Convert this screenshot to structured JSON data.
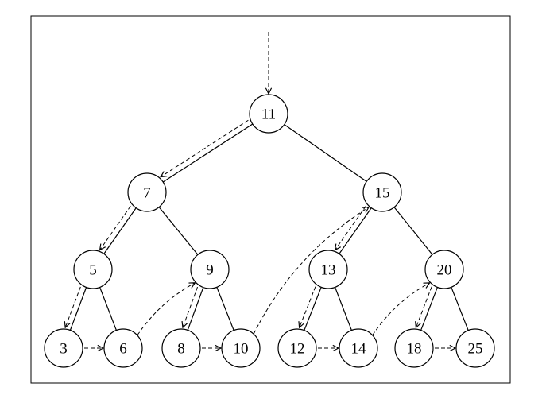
{
  "tree": {
    "nodes": [
      {
        "id": "n11",
        "label": "11"
      },
      {
        "id": "n7",
        "label": "7"
      },
      {
        "id": "n15",
        "label": "15"
      },
      {
        "id": "n5",
        "label": "5"
      },
      {
        "id": "n9",
        "label": "9"
      },
      {
        "id": "n13",
        "label": "13"
      },
      {
        "id": "n20",
        "label": "20"
      },
      {
        "id": "n3",
        "label": "3"
      },
      {
        "id": "n6",
        "label": "6"
      },
      {
        "id": "n8",
        "label": "8"
      },
      {
        "id": "n10",
        "label": "10"
      },
      {
        "id": "n12",
        "label": "12"
      },
      {
        "id": "n14",
        "label": "14"
      },
      {
        "id": "n18",
        "label": "18"
      },
      {
        "id": "n25",
        "label": "25"
      }
    ],
    "edges": [
      [
        "n11",
        "n7"
      ],
      [
        "n11",
        "n15"
      ],
      [
        "n7",
        "n5"
      ],
      [
        "n7",
        "n9"
      ],
      [
        "n15",
        "n13"
      ],
      [
        "n15",
        "n20"
      ],
      [
        "n5",
        "n3"
      ],
      [
        "n5",
        "n6"
      ],
      [
        "n9",
        "n8"
      ],
      [
        "n9",
        "n10"
      ],
      [
        "n13",
        "n12"
      ],
      [
        "n13",
        "n14"
      ],
      [
        "n20",
        "n18"
      ],
      [
        "n20",
        "n25"
      ]
    ],
    "traversal": [
      [
        "start",
        "n11"
      ],
      [
        "n11",
        "n7"
      ],
      [
        "n7",
        "n5"
      ],
      [
        "n5",
        "n3"
      ],
      [
        "n3",
        "n6"
      ],
      [
        "n6",
        "n9"
      ],
      [
        "n9",
        "n8"
      ],
      [
        "n8",
        "n10"
      ],
      [
        "n10",
        "n15"
      ],
      [
        "n15",
        "n13"
      ],
      [
        "n13",
        "n12"
      ],
      [
        "n12",
        "n14"
      ],
      [
        "n14",
        "n20"
      ],
      [
        "n20",
        "n18"
      ],
      [
        "n18",
        "n25"
      ]
    ]
  }
}
